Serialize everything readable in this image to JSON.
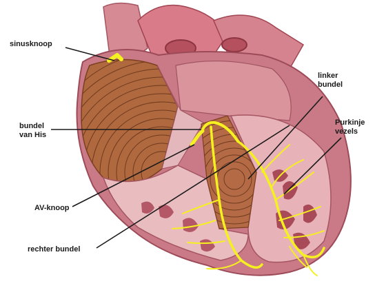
{
  "labels": {
    "sinusknoop": "sinusknoop",
    "bundel_van_his_1": "bundel",
    "bundel_van_his_2": "van His",
    "av_knoop": "AV-knoop",
    "rechter_bundel": "rechter bundel",
    "linker_bundel_1": "linker",
    "linker_bundel_2": "bundel",
    "purkinje_1": "Purkinje",
    "purkinje_2": "vezels"
  },
  "colors": {
    "background": "#ffffff",
    "muscle_outer": "#c97a86",
    "muscle_inner": "#e8b3b8",
    "atrium_fibers": "#b0683f",
    "fiber_lines": "#6e3a1e",
    "vessel": "#d68a93",
    "conduction": "#f5f020",
    "leader": "#1a1a1a"
  }
}
